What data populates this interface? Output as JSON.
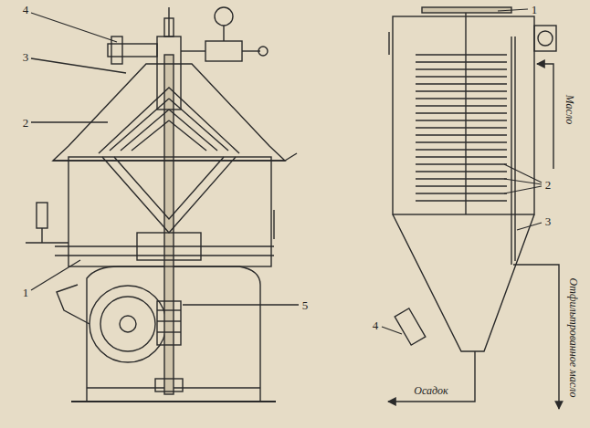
{
  "diagram": {
    "labels": [
      "4",
      "3",
      "2",
      "1",
      "5",
      "1",
      "2",
      "3",
      "4",
      "Масло",
      "Отфильтрованное масло",
      "Осадок"
    ]
  }
}
